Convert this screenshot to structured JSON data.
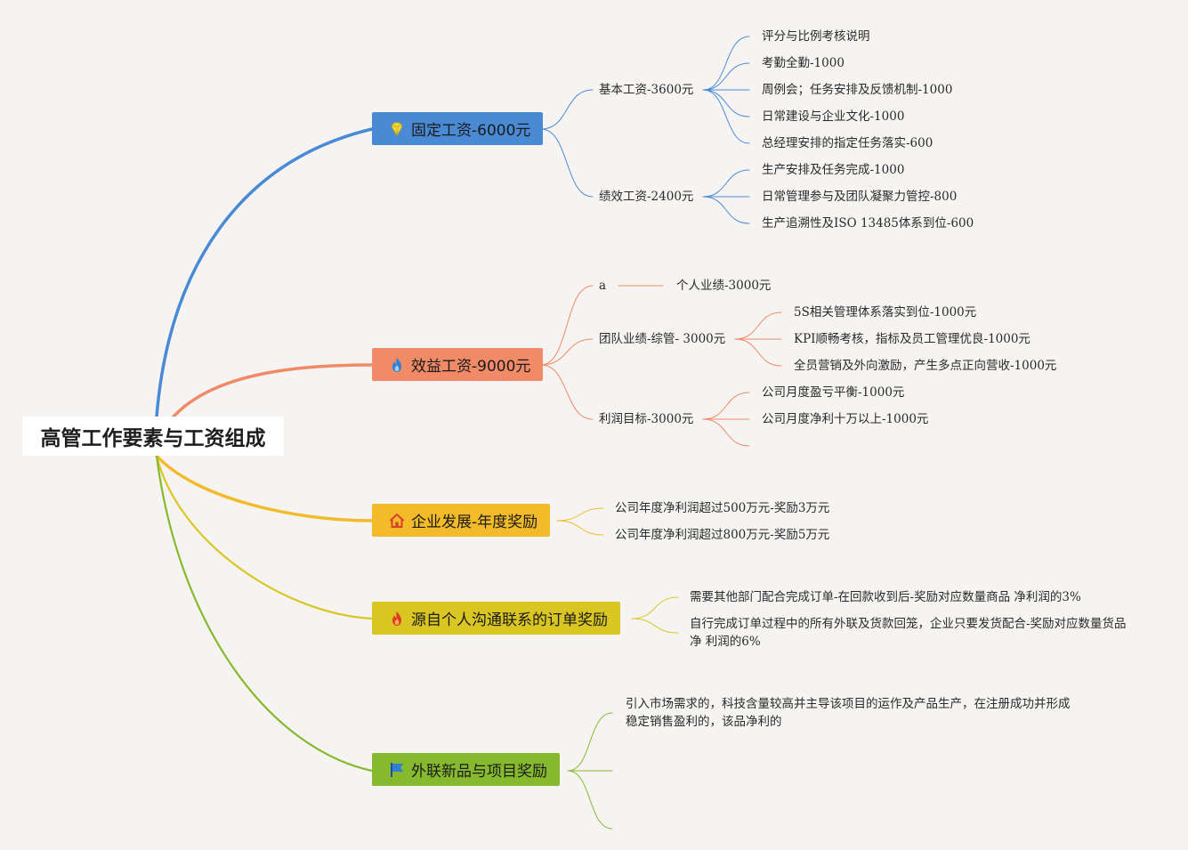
{
  "root": {
    "title": "高管工作要素与工资组成"
  },
  "branches": [
    {
      "label": "固定工资-6000元",
      "color": "#4a8ad4",
      "icon": "diamond-icon"
    },
    {
      "label": "效益工资-9000元",
      "color": "#f08a67",
      "icon": "flame-icon"
    },
    {
      "label": "企业发展-年度奖励",
      "color": "#f3bb2a",
      "icon": "home-icon"
    },
    {
      "label": "源自个人沟通联系的订单奖励",
      "color": "#d9c623",
      "icon": "fire-icon"
    },
    {
      "label": "外联新品与项目奖励",
      "color": "#86b92d",
      "icon": "flag-icon"
    }
  ],
  "fixed": {
    "basic": {
      "label": "基本工资-3600元",
      "items": [
        "评分与比例考核说明",
        "考勤全勤-1000",
        "周例会；任务安排及反馈机制-1000",
        "日常建设与企业文化-1000",
        "总经理安排的指定任务落实-600"
      ]
    },
    "perf": {
      "label": "绩效工资-2400元",
      "items": [
        "生产安排及任务完成-1000",
        "日常管理参与及团队凝聚力管控-800",
        "生产追溯性及ISO 13485体系到位-600"
      ]
    }
  },
  "benefit": {
    "a": {
      "label": "a",
      "item": "个人业绩-3000元"
    },
    "team": {
      "label": "团队业绩-综管- 3000元",
      "items": [
        "5S相关管理体系落实到位-1000元",
        "KPI顺畅考核，指标及员工管理优良-1000元",
        "全员营销及外向激励，产生多点正向营收-1000元"
      ]
    },
    "profit": {
      "label": "利润目标-3000元",
      "items": [
        "公司月度盈亏平衡-1000元",
        "公司月度净利十万以上-1000元"
      ]
    }
  },
  "annual": {
    "items": [
      "公司年度净利润超过500万元-奖励3万元",
      "公司年度净利润超过800万元-奖励5万元"
    ]
  },
  "order": {
    "items": [
      "需要其他部门配合完成订单-在回款收到后-奖励对应数量商品 净利润的3%",
      "自行完成订单过程中的所有外联及货款回笼，企业只要发货配合-奖励对应数量货品净 利润的6%"
    ]
  },
  "project": {
    "items": [
      "引入市场需求的，科技含量较高并主导该项目的运作及产品生产，在注册成功并形成稳定销售盈利的，该品净利的"
    ]
  }
}
